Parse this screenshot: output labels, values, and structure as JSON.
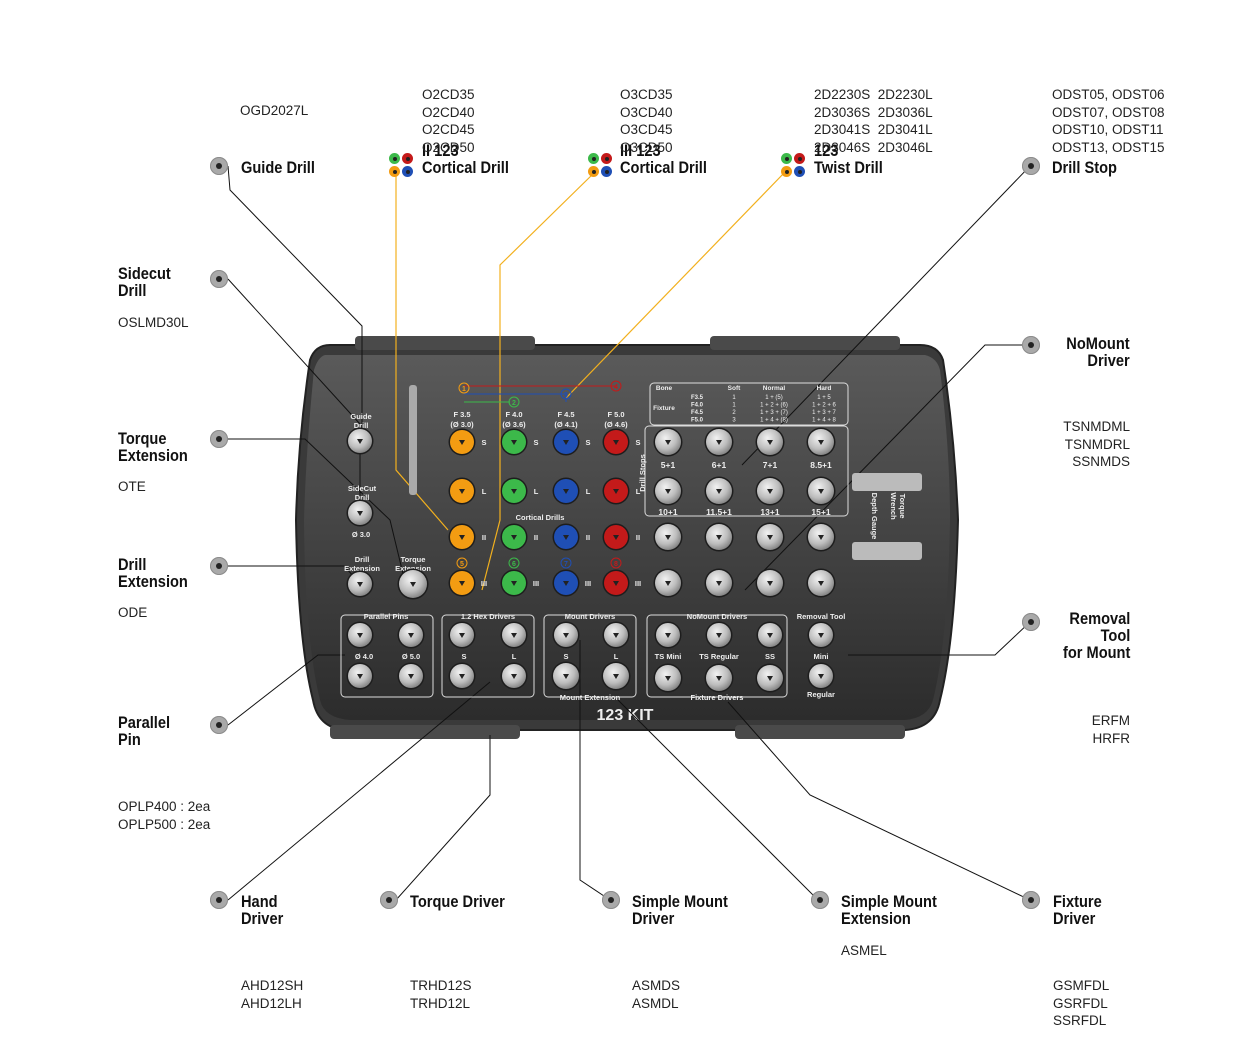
{
  "kit_name": "123 KIT",
  "callouts": {
    "guide_drill": {
      "title": "Guide Drill",
      "codes": [
        "OGD2027L"
      ]
    },
    "cortical_drill_2": {
      "title": "II 123\nCortical Drill",
      "codes": [
        "O2CD35",
        "O2CD40",
        "O2CD45",
        "O2CD50"
      ]
    },
    "cortical_drill_3": {
      "title": "III 123\nCortical Drill",
      "codes": [
        "O3CD35",
        "O3CD40",
        "O3CD45",
        "O3CD50"
      ]
    },
    "twist_drill": {
      "title": "123\nTwist Drill",
      "codes": [
        "2D2230S  2D2230L",
        "2D3036S  2D3036L",
        "2D3041S  2D3041L",
        "2D3046S  2D3046L"
      ]
    },
    "drill_stop": {
      "title": "Drill Stop",
      "codes": [
        "ODST05, ODST06",
        "ODST07, ODST08",
        "ODST10, ODST11",
        "ODST13, ODST15"
      ]
    },
    "sidecut_drill": {
      "title": "Sidecut\nDrill",
      "codes": [
        "OSLMD30L"
      ]
    },
    "torque_extension": {
      "title": "Torque\nExtension",
      "codes": [
        "OTE"
      ]
    },
    "drill_extension": {
      "title": "Drill\nExtension",
      "codes": [
        "ODE"
      ]
    },
    "parallel_pin": {
      "title": "Parallel\nPin",
      "codes": [
        "OPLP400 : 2ea",
        "OPLP500 : 2ea"
      ]
    },
    "nomount_driver": {
      "title": "NoMount\nDriver",
      "codes": [
        "TSNMDML",
        "TSNMDRL",
        "SSNMDS"
      ]
    },
    "removal_tool": {
      "title": "Removal\nTool\nfor Mount",
      "codes": [
        "ERFM",
        "HRFR"
      ]
    },
    "hand_driver": {
      "title": "Hand\nDriver",
      "codes": [
        "AHD12SH",
        "AHD12LH"
      ]
    },
    "torque_driver": {
      "title": "Torque Driver",
      "codes": [
        "TRHD12S",
        "TRHD12L"
      ]
    },
    "simple_mount_driver": {
      "title": "Simple Mount\nDriver",
      "codes": [
        "ASMDS",
        "ASMDL"
      ]
    },
    "simple_mount_extension": {
      "title": "Simple Mount\nExtension",
      "codes": [
        "ASMEL"
      ]
    },
    "fixture_driver": {
      "title": "Fixture\nDriver",
      "codes": [
        "GSMFDL",
        "GSRFDL",
        "SSRFDL"
      ]
    }
  },
  "tray": {
    "guide_drill_label": "Guide\nDrill",
    "sidecut_label": "SideCut\nDrill",
    "sidecut_size": "Ø 3.0",
    "drill_ext_label": "Drill\nExtension",
    "torque_ext_label": "Torque\nExtension",
    "cortical_drills_label": "Cortical Drills",
    "drill_stops_label": "Drill Stops",
    "depth_gauge_label": "Depth Gauge",
    "torque_wrench_label": "Torque\nWrench",
    "drill_columns": [
      {
        "top": "F 3.5",
        "sub": "(Ø 3.0)",
        "color": "#f39c12"
      },
      {
        "top": "F 4.0",
        "sub": "(Ø 3.6)",
        "color": "#3cb94a"
      },
      {
        "top": "F 4.5",
        "sub": "(Ø 4.1)",
        "color": "#1f4fb5"
      },
      {
        "top": "F 5.0",
        "sub": "(Ø 4.6)",
        "color": "#c41a1a"
      }
    ],
    "row_marks": [
      "S",
      "L",
      "II",
      "III"
    ],
    "step_numbers": [
      "1",
      "2",
      "3",
      "4",
      "5",
      "6",
      "7",
      "8"
    ],
    "drill_stop_values_row1": [
      "5+1",
      "6+1",
      "7+1",
      "8.5+1"
    ],
    "drill_stop_values_row2": [
      "10+1",
      "11.5+1",
      "13+1",
      "15+1"
    ],
    "bone_table": {
      "header": [
        "Bone",
        "Soft",
        "Normal",
        "Hard"
      ],
      "row_label": "Fixture",
      "rows": [
        [
          "F3.5",
          "1",
          "1 + (5)",
          "1 + 5"
        ],
        [
          "F4.0",
          "1",
          "1 + 2 + (6)",
          "1 + 2 + 6"
        ],
        [
          "F4.5",
          "2",
          "1 + 3 + (7)",
          "1 + 3 + 7"
        ],
        [
          "F5.0",
          "3",
          "1 + 4 + (8)",
          "1 + 4 + 8"
        ]
      ]
    },
    "parallel_pins_label": "Parallel Pins",
    "parallel_pin_sizes": [
      "Ø 4.0",
      "Ø 5.0"
    ],
    "hex_drivers_label": "1.2 Hex Drivers",
    "hex_sizes": [
      "S",
      "L"
    ],
    "mount_drivers_label": "Mount Drivers",
    "mount_sizes": [
      "S",
      "L"
    ],
    "mount_ext_label": "Mount Extension",
    "nomount_label": "NoMount Drivers",
    "nomount_items": [
      "TS Mini",
      "TS Regular",
      "SS"
    ],
    "fixture_drivers_label": "Fixture Drivers",
    "removal_label": "Removal Tool",
    "removal_items": [
      "Mini",
      "Regular"
    ]
  }
}
